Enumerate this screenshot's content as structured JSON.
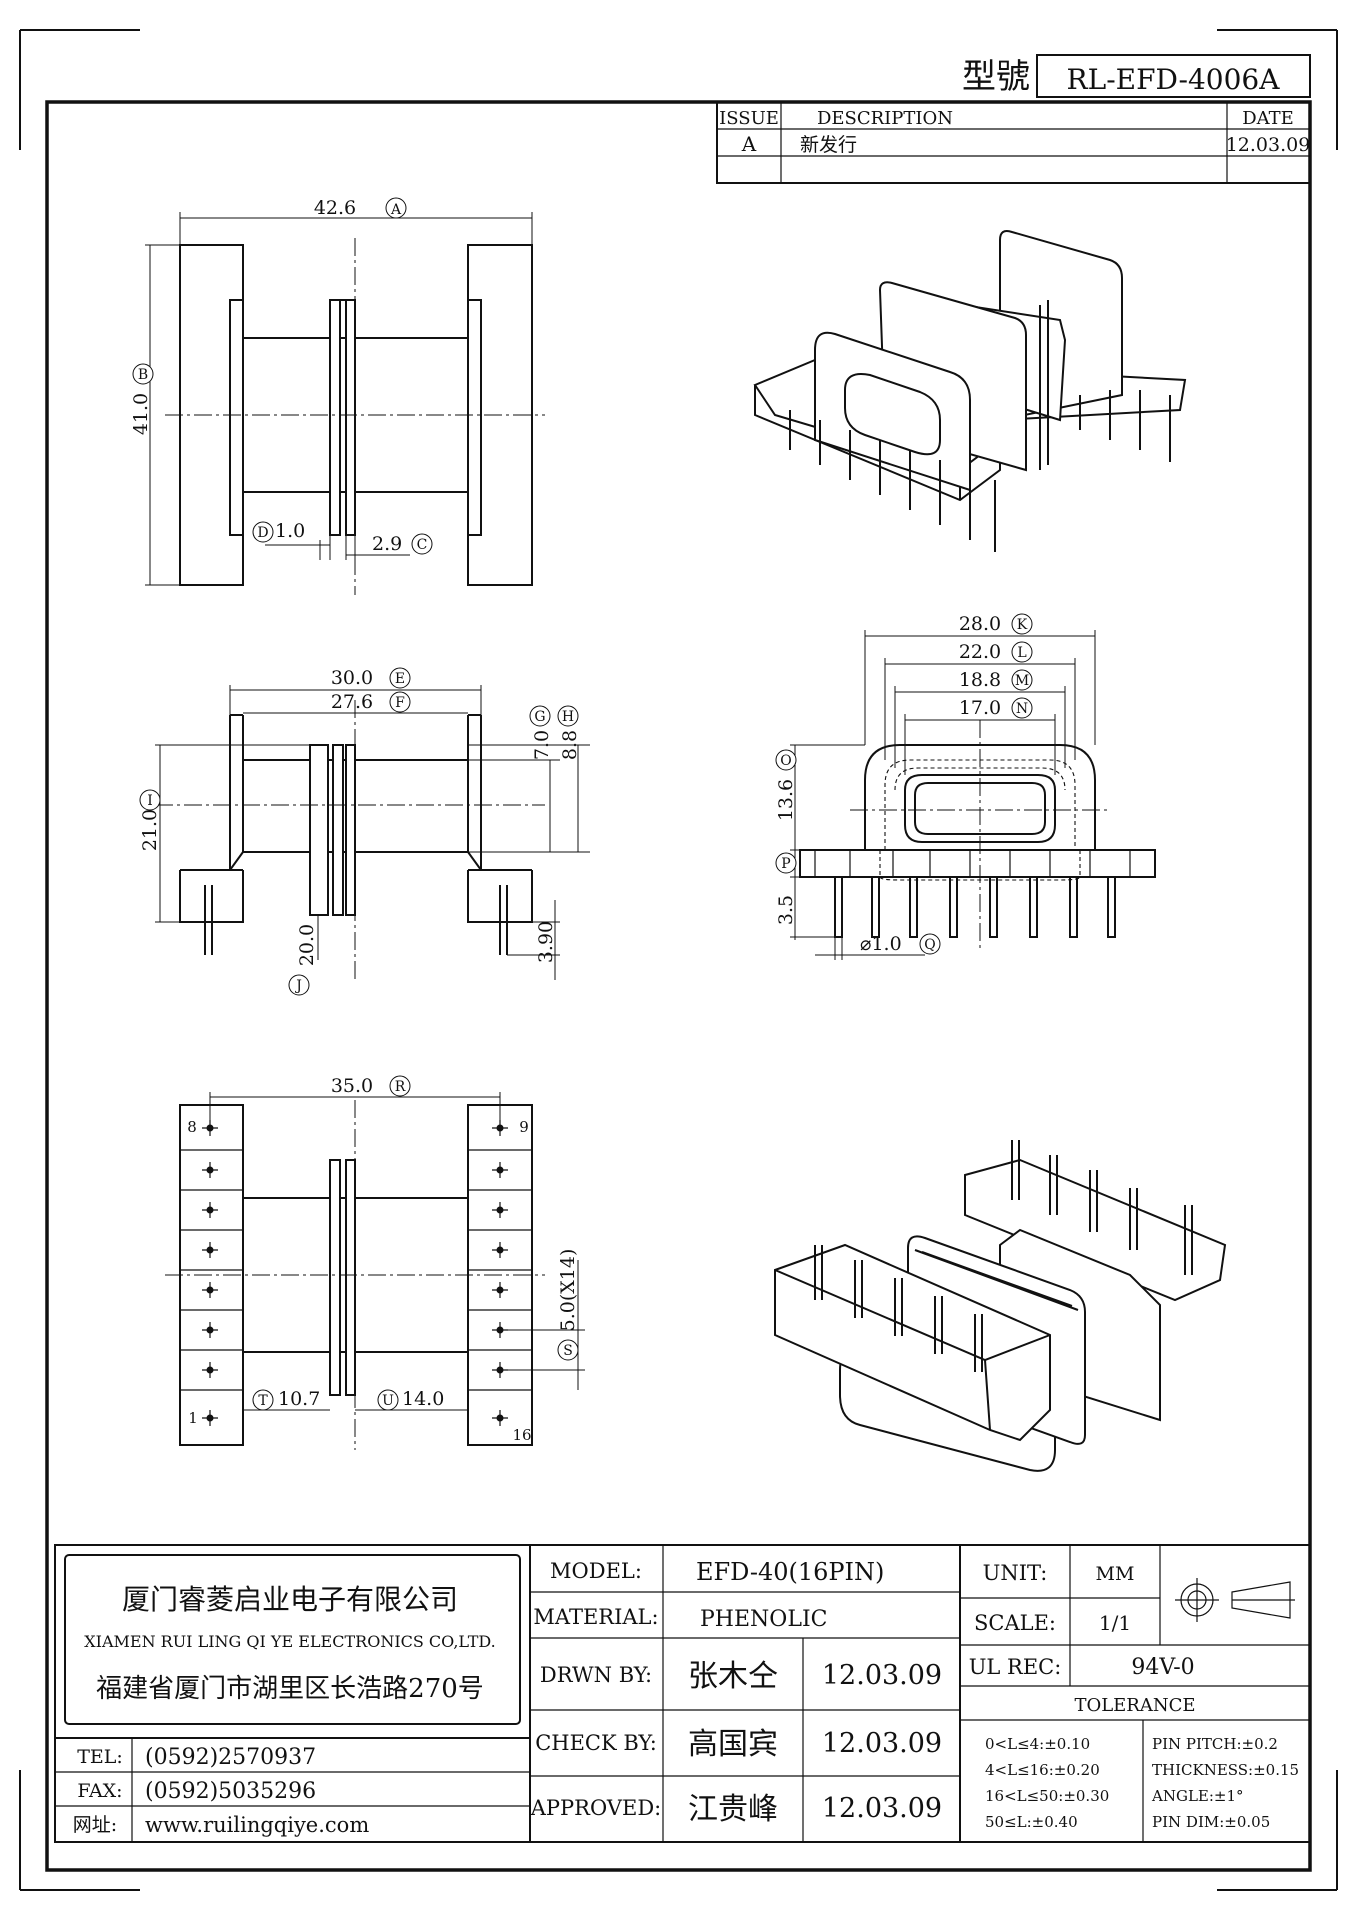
{
  "title_block": {
    "model_no_label": "型號",
    "model_no_value": "RL-EFD-4006A"
  },
  "revision_table": {
    "headers": [
      "ISSUE",
      "DESCRIPTION",
      "DATE"
    ],
    "rows": [
      {
        "issue": "A",
        "description": "新发行",
        "date": "12.03.09"
      }
    ]
  },
  "dimensions": {
    "A": {
      "value": "42.6",
      "letter": "A"
    },
    "B": {
      "value": "41.0",
      "letter": "B"
    },
    "C": {
      "value": "2.9",
      "letter": "C"
    },
    "D": {
      "value": "1.0",
      "letter": "D"
    },
    "E": {
      "value": "30.0",
      "letter": "E"
    },
    "F": {
      "value": "27.6",
      "letter": "F"
    },
    "G": {
      "value": "7.0",
      "letter": "G"
    },
    "H": {
      "value": "8.8",
      "letter": "H"
    },
    "I": {
      "value": "21.0",
      "letter": "I"
    },
    "J": {
      "value": "20.0",
      "letter": "J"
    },
    "J2": {
      "value": "3.90"
    },
    "K": {
      "value": "28.0",
      "letter": "K"
    },
    "L": {
      "value": "22.0",
      "letter": "L"
    },
    "M": {
      "value": "18.8",
      "letter": "M"
    },
    "N": {
      "value": "17.0",
      "letter": "N"
    },
    "O": {
      "value": "13.6",
      "letter": "O"
    },
    "P": {
      "value": "3.5",
      "letter": "P"
    },
    "Q": {
      "value": "⌀1.0",
      "letter": "Q"
    },
    "R": {
      "value": "35.0",
      "letter": "R"
    },
    "S": {
      "value": "5.0(X14)",
      "letter": "S"
    },
    "T": {
      "value": "10.7",
      "letter": "T"
    },
    "U": {
      "value": "14.0",
      "letter": "U"
    }
  },
  "pin_labels": {
    "p8": "8",
    "p9": "9",
    "p1": "1",
    "p16": "16"
  },
  "footer": {
    "company_cn": "厦门睿菱启业电子有限公司",
    "company_en": "XIAMEN RUI LING QI YE ELECTRONICS CO,LTD.",
    "address": "福建省厦门市湖里区长浩路270号",
    "tel_label": "TEL:",
    "tel": "(0592)2570937",
    "fax_label": "FAX:",
    "fax": "(0592)5035296",
    "web_label": "网址:",
    "web": "www.ruilingqiye.com",
    "model_label": "MODEL:",
    "model": "EFD-40(16PIN)",
    "material_label": "MATERIAL:",
    "material": "PHENOLIC",
    "drawn_label": "DRWN BY:",
    "drawn_by": "张木仝",
    "drawn_date": "12.03.09",
    "check_label": "CHECK BY:",
    "check_by": "高国宾",
    "check_date": "12.03.09",
    "approved_label": "APPROVED:",
    "approved_by": "江贵峰",
    "approved_date": "12.03.09",
    "unit_label": "UNIT:",
    "unit": "MM",
    "scale_label": "SCALE:",
    "scale": "1/1",
    "ul_label": "UL REC:",
    "ul": "94V-0",
    "tolerance_label": "TOLERANCE",
    "tolerances": [
      "0<L≤4:±0.10",
      "4<L≤16:±0.20",
      "16<L≤50:±0.30",
      "50≤L:±0.40"
    ],
    "tolerances_right": [
      "PIN PITCH:±0.2",
      "THICKNESS:±0.15",
      "ANGLE:±1°",
      "PIN DIM:±0.05"
    ]
  }
}
